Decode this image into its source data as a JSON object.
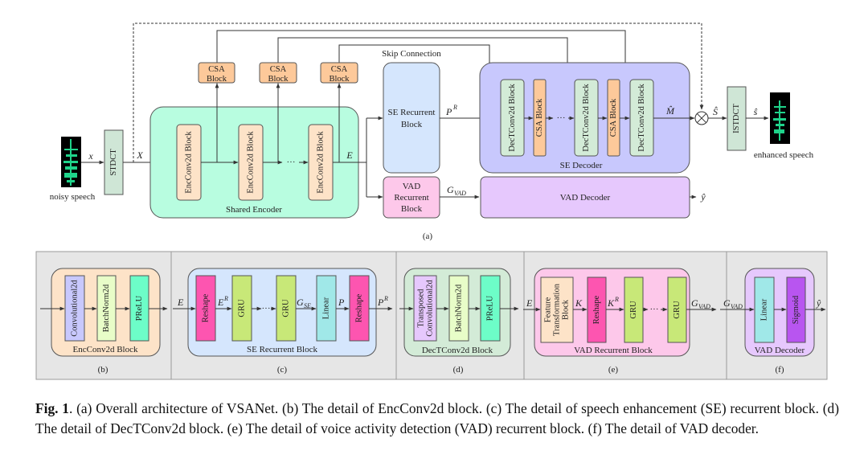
{
  "figure_a": {
    "noisy_speech": "noisy speech",
    "x": "x",
    "stdct": "STDCT",
    "X": "X",
    "shared_encoder": "Shared Encoder",
    "enc_block": "EncConv2d Block",
    "csa_line1": "CSA",
    "csa_line2": "Block",
    "ellipsis": "···",
    "E": "E",
    "skip_connection": "Skip Connection",
    "se_rec_line1": "SE Recurrent",
    "se_rec_line2": "Block",
    "vad_rec_line1": "VAD",
    "vad_rec_line2": "Recurrent",
    "vad_rec_line3": "Block",
    "PR": {
      "base": "P",
      "sup": "R"
    },
    "GVAD": {
      "base": "G",
      "sub": "VAD"
    },
    "se_decoder": "SE Decoder",
    "dec_block": "DecTConv2d Block",
    "csa_block": "CSA Block",
    "M_hat": "M̂",
    "S_hat": "Ŝ",
    "istdct": "ISTDCT",
    "s_hat": "ŝ",
    "enhanced_speech": "enhanced speech",
    "vad_decoder": "VAD Decoder",
    "y_hat": "ŷ",
    "panel_label": "(a)"
  },
  "figure_b": {
    "conv": "Convolutional2d",
    "bn": "BatchNorm2d",
    "prelu": "PReLU",
    "title": "EncConv2d Block",
    "panel_label": "(b)"
  },
  "figure_c": {
    "E": "E",
    "ER": {
      "base": "E",
      "sup": "R"
    },
    "GSE": {
      "base": "G",
      "sub": "SE"
    },
    "P": "P",
    "PR": {
      "base": "P",
      "sup": "R"
    },
    "reshape": "Reshape",
    "gru": "GRU",
    "linear": "Linear",
    "ellipsis": "···",
    "title": "SE Recurrent Block",
    "panel_label": "(c)"
  },
  "figure_d": {
    "tconv_line1": "Transposed",
    "tconv_line2": "Convolutional2d",
    "bn": "BatchNorm2d",
    "prelu": "PReLU",
    "title": "DecTConv2d Block",
    "panel_label": "(d)"
  },
  "figure_e": {
    "E": "E",
    "K": "K",
    "KR": {
      "base": "K",
      "sup": "R"
    },
    "GVAD": {
      "base": "G",
      "sub": "VAD"
    },
    "ft_line1": "Feature",
    "ft_line2": "Transformation",
    "ft_line3": "Block",
    "reshape": "Reshape",
    "gru": "GRU",
    "ellipsis": "···",
    "title": "VAD Recurrent Block",
    "panel_label": "(e)"
  },
  "figure_f": {
    "GVAD": {
      "base": "G",
      "sub": "VAD"
    },
    "linear": "Linear",
    "sigmoid": "Sigmoid",
    "y_hat": "ŷ",
    "title": "VAD Decoder",
    "panel_label": "(f)"
  },
  "caption": {
    "fig_label": "Fig. 1",
    "text": ". (a) Overall architecture of VSANet. (b) The detail of EncConv2d block. (c) The detail of speech enhancement (SE) recurrent block. (d) The detail of DecTConv2d block. (e) The detail of voice activity detection (VAD) recurrent block. (f) The detail of VAD decoder."
  },
  "colors": {
    "shared_encoder": "#b8fde0",
    "enc_block": "#fde3c8",
    "csa": "#fdc99a",
    "se_recurrent": "#d5e6fd",
    "vad_recurrent": "#fdc8ea",
    "se_decoder": "#c8c8fd",
    "dec_block": "#d3ebd7",
    "vad_decoder": "#e6c8fd",
    "panel_bg": "#e6e6e6"
  }
}
